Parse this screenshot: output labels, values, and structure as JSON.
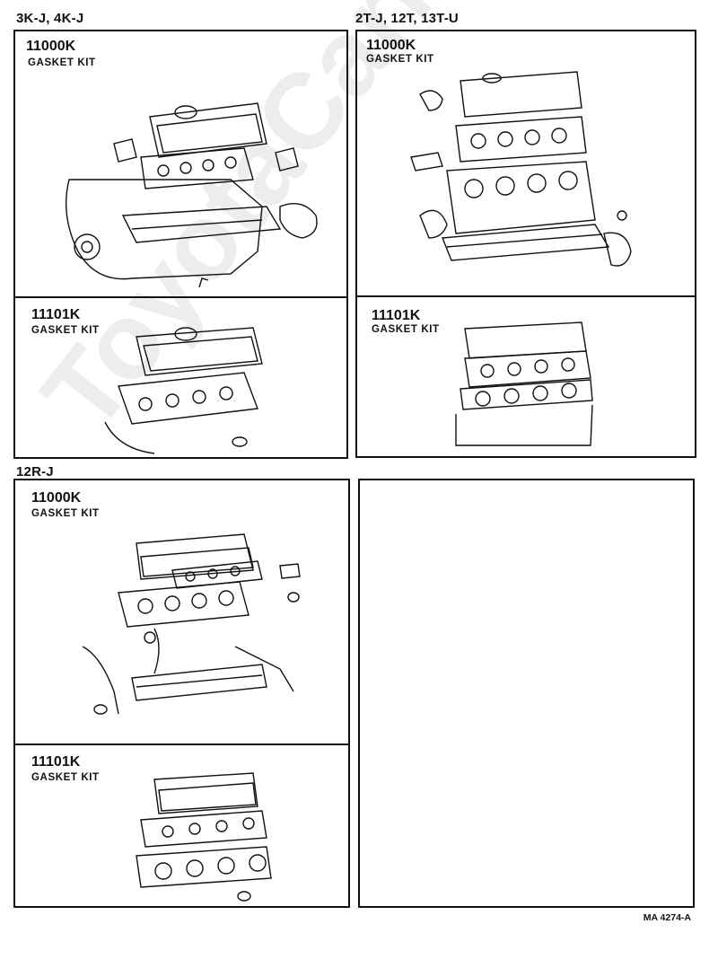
{
  "groups": [
    {
      "title": "3K-J, 4K-J",
      "kits": [
        {
          "code": "11000K",
          "label": "GASKET KIT"
        },
        {
          "code": "11101K",
          "label": "GASKET KIT"
        }
      ]
    },
    {
      "title": "2T-J, 12T, 13T-U",
      "kits": [
        {
          "code": "11000K",
          "label": "GASKET KIT"
        },
        {
          "code": "11101K",
          "label": "GASKET KIT"
        }
      ]
    },
    {
      "title": "12R-J",
      "kits": [
        {
          "code": "11000K",
          "label": "GASKET KIT"
        },
        {
          "code": "11101K",
          "label": "GASKET KIT"
        }
      ]
    }
  ],
  "watermark": "ToyotaCarManual.ru",
  "figure_ref": "MA 4274-A"
}
